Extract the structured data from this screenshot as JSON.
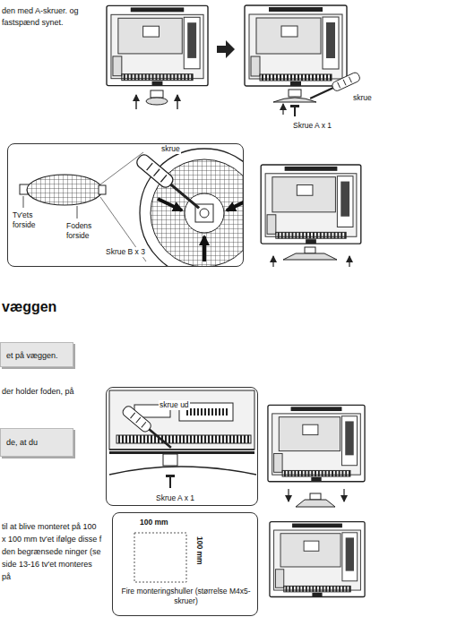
{
  "diagram": {
    "title": "væggen",
    "nodes": [
      {
        "text": [
          "skrue",
          "Tv'ets forside",
          "Fodens forside",
          "Skrue B x 3"
        ]
      },
      {
        "text": [
          "et på væggen."
        ]
      },
      {
        "text": [
          "de, at du"
        ]
      },
      {
        "text": [
          "skrue ud",
          "Skrue A x 1"
        ]
      },
      {
        "text": [
          "100 mm",
          "100 mm",
          "Fire monteringshuller (størrelse M4x5-skruer)"
        ]
      }
    ],
    "labels": [
      "den med A-skruer. og fastspænd synet.",
      "skrue",
      "Skrue A x 1",
      "der holder foden, på",
      "til at blive monteret på 100 x 100 mm tv'et ifølge disse f den begrænsede ninger (se side 13-16 tv'et monteres på"
    ]
  }
}
